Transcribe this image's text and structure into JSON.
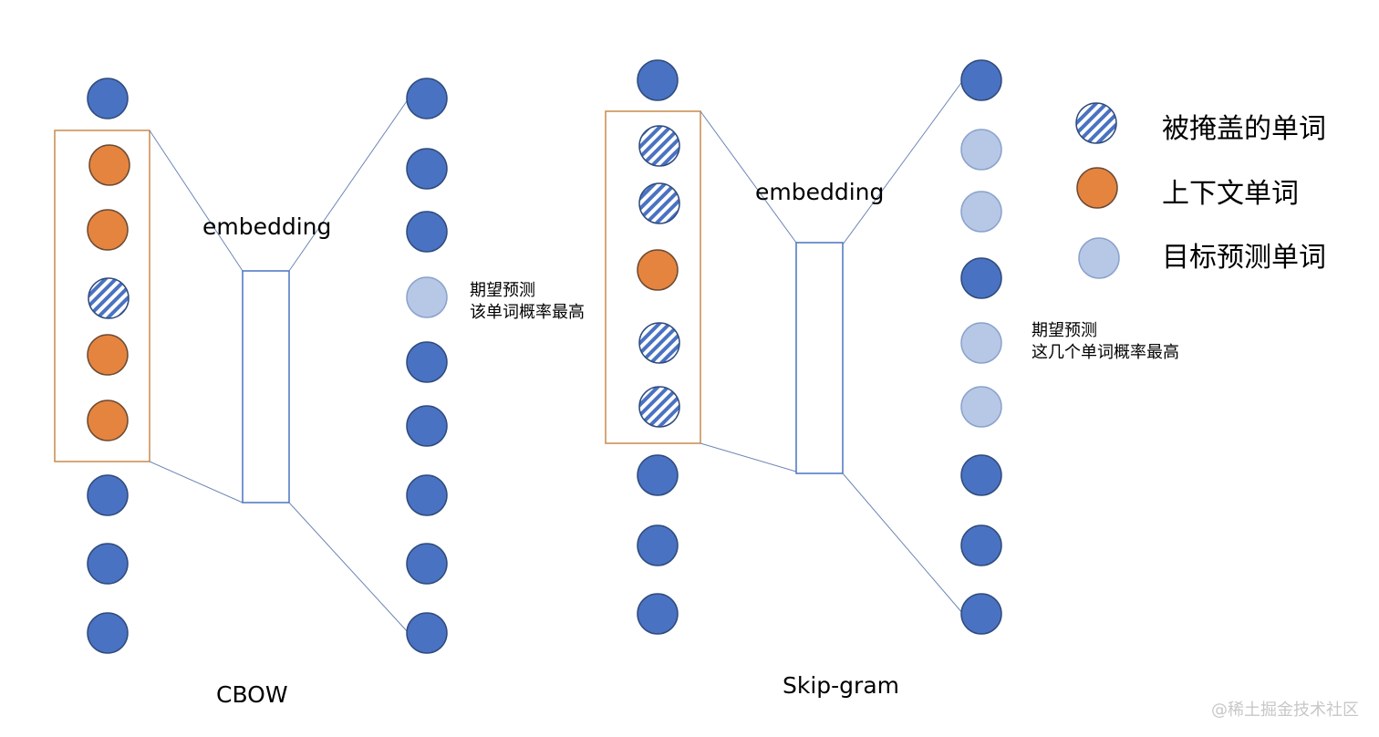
{
  "diagram": {
    "cbow": {
      "title": "CBOW",
      "embedding_label": "embedding",
      "note": "期望预测\n该单词概率最高"
    },
    "skipgram": {
      "title": "Skip-gram",
      "embedding_label": "embedding",
      "note": "期望预测\n这几个单词概率最高"
    },
    "legend": [
      {
        "label": "被掩盖的单词",
        "icon": "hatched-circle"
      },
      {
        "label": "上下文单词",
        "icon": "orange-circle"
      },
      {
        "label": "目标预测单词",
        "icon": "light-blue-circle"
      }
    ],
    "colors": {
      "word": "#4a72c2",
      "context": "#e5843f",
      "target": "#b7c8e6",
      "frame": "#c98a4b"
    }
  },
  "watermark": "@稀土掘金技术社区"
}
